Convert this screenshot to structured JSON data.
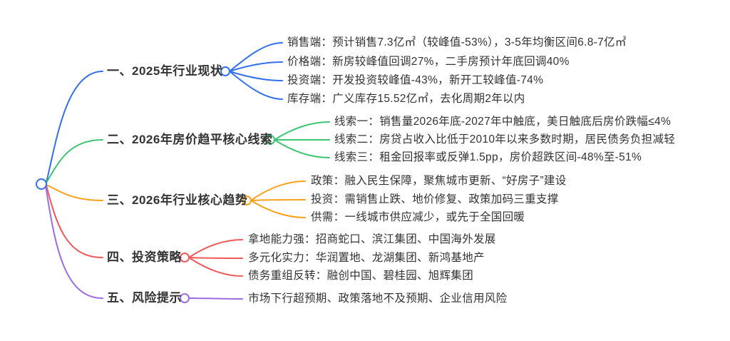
{
  "mindmap": {
    "root": {
      "color": "#3370eb"
    },
    "text_color": "#333333",
    "branches": [
      {
        "label": "一、2025年行业现状",
        "color": "#3370eb",
        "children": [
          "销售端：预计销售7.3亿㎡（较峰值-53%），3-5年均衡区间6.8-7亿㎡",
          "价格端：新房较峰值回调27%，二手房预计年底回调40%",
          "投资端：开发投资较峰值-43%，新开工较峰值-74%",
          "库存端：广义库存15.52亿㎡，去化周期2年以内"
        ]
      },
      {
        "label": "二、2026年房价趋平核心线索",
        "color": "#3ec573",
        "children": [
          "线索一：销售量2026年底-2027年中触底，美日触底后房价跌幅≤4%",
          "线索二：房贷占收入比低于2010年以来多数时期，居民债务负担减轻",
          "线索三：租金回报率或反弹1.5pp，房价超跌区间-48%至-51%"
        ]
      },
      {
        "label": "三、2026年行业核心趋势",
        "color": "#f9a11b",
        "children": [
          "政策：融入民生保障，聚焦城市更新、“好房子”建设",
          "投资：需销售止跌、地价修复、政策加码三重支撑",
          "供需：一线城市供应减少，或先于全国回暖"
        ]
      },
      {
        "label": "四、投资策略",
        "color": "#f25858",
        "children": [
          "拿地能力强：招商蛇口、滨江集团、中国海外发展",
          "多元化实力：华润置地、龙湖集团、新鸿基地产",
          "债务重组反转：融创中国、碧桂园、旭辉集团"
        ]
      },
      {
        "label": "五、风险提示",
        "color": "#9d6ce2",
        "children": [
          "市场下行超预期、政策落地不及预期、企业信用风险"
        ]
      }
    ]
  }
}
